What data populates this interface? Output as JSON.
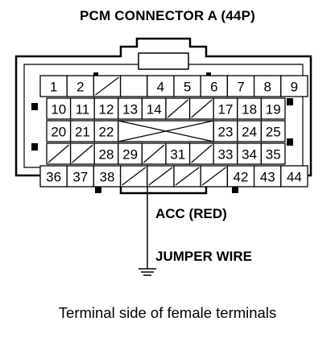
{
  "title": "PCM CONNECTOR A (44P)",
  "acc_label": "ACC (RED)",
  "jumper_label": "JUMPER WIRE",
  "caption": "Terminal side of female terminals",
  "connector": {
    "rows": [
      [
        "1",
        "2",
        "/",
        "",
        "4",
        "5",
        "6",
        "7",
        "8",
        "9"
      ],
      [
        "10",
        "11",
        "12",
        "13",
        "14",
        "/",
        "/",
        "17",
        "18",
        "19"
      ],
      [
        "20",
        "21",
        "22",
        "",
        "",
        "",
        "",
        "23",
        "24",
        "25"
      ],
      [
        "/",
        "/",
        "28",
        "29",
        "/",
        "31",
        "/",
        "33",
        "34",
        "35"
      ],
      [
        "36",
        "37",
        "38",
        "/",
        "/",
        "/",
        "/",
        "42",
        "43",
        "44"
      ]
    ]
  }
}
